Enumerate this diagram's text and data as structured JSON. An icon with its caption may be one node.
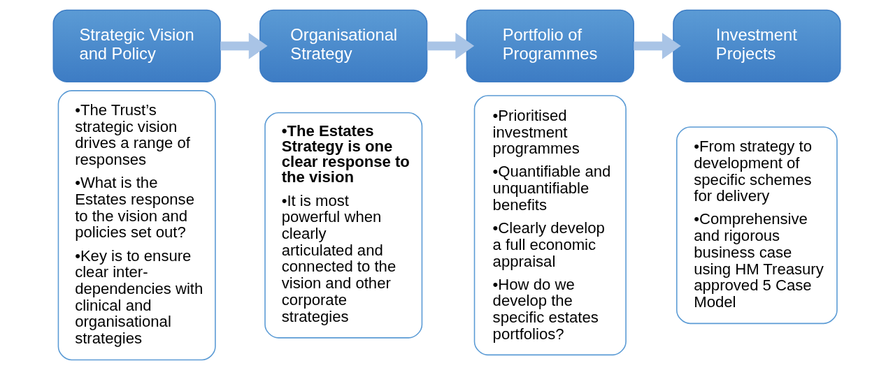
{
  "diagram": {
    "nodes": [
      {
        "text": [
          "Strategic Vision and Policy"
        ]
      },
      {
        "text": [
          "•The Trust’s strategic vision drives a range of responses",
          "•What is the Estates response to the vision and policies set out?",
          "•Key is to ensure clear inter-dependencies with clinical and organisational strategies"
        ]
      },
      {
        "text": [
          "Organisational Strategy"
        ]
      },
      {
        "text": [
          "•**The Estates Strategy is one clear response to the vision**",
          "•It is most powerful when clearly articulated and connected to the vision and other corporate strategies"
        ]
      },
      {
        "text": [
          "Portfolio of Programmes"
        ]
      },
      {
        "text": [
          "•Prioritised investment programmes",
          "•Quantifiable and unquantifiable benefits",
          "•Clearly develop a full economic appraisal",
          "•How do we develop the specific estates portfolios?"
        ]
      },
      {
        "text": [
          "Investment Projects"
        ]
      },
      {
        "text": [
          "•From strategy to development of specific schemes for delivery",
          "•Comprehensive and rigorous business case using HM Treasury approved 5 Case Model"
        ]
      }
    ],
    "edges": [
      {
        "from": 0,
        "to": 2,
        "arrow": "to"
      },
      {
        "from": 2,
        "to": 4,
        "arrow": "to"
      },
      {
        "from": 4,
        "to": 6,
        "arrow": "to"
      }
    ]
  }
}
